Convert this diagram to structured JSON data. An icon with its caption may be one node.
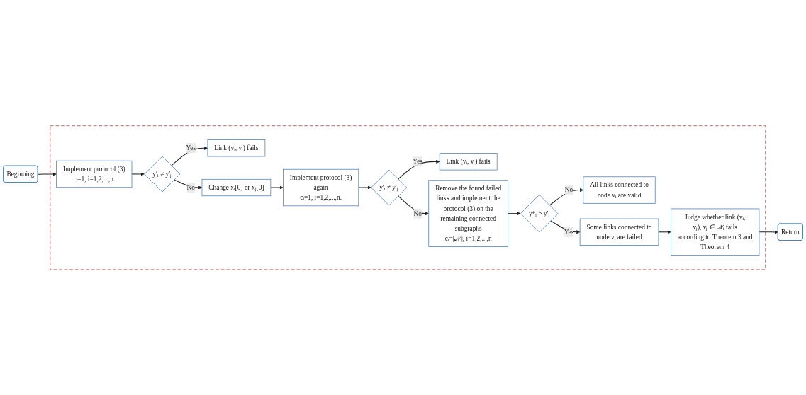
{
  "diagram": {
    "nodes": [
      {
        "text": [
          "Beginning"
        ]
      },
      {
        "text": [],
        "shape": "box"
      },
      {
        "text": [
          "Implement protocol (3)",
          "cᵢ=1, i=1,2,...,n."
        ],
        "in": 1
      },
      {
        "text": [
          "y′ᵢ ≠ y′ⱼ"
        ],
        "in": 1
      },
      {
        "text": [
          "Link (vᵢ, vⱼ) fails"
        ],
        "in": 1
      },
      {
        "text": [
          "Change xᵢ[0] or xⱼ[0]"
        ],
        "in": 1
      },
      {
        "text": [
          "Implement protocol (3) again",
          "cᵢ=1, i=1,2,...,n."
        ],
        "in": 1
      },
      {
        "text": [
          "y′ᵢ ≠ y′ⱼ"
        ],
        "in": 1
      },
      {
        "text": [
          "Link (vᵢ, vⱼ) fails"
        ],
        "in": 1
      },
      {
        "text": [
          "Remove the found failed links and implement the protocol (3) on the remaining connected subgraphs",
          "cᵢ=|𝒩ᵢ|, i=1,2,...,n"
        ],
        "in": 1
      },
      {
        "text": [
          "y*ᵢ > y′ᵢ"
        ],
        "in": 1
      },
      {
        "text": [
          "All links connected to node vᵢ are valid"
        ],
        "in": 1
      },
      {
        "text": [
          "Some links connected to node vᵢ are failed"
        ],
        "in": 1
      },
      {
        "text": [
          "Judge whether link (vᵢ, vⱼ), vⱼ ∈ 𝒩ᵢ fails according to Theorem 3 and Theorem 4"
        ],
        "in": 1
      },
      {
        "text": [
          "Return"
        ]
      }
    ],
    "edges": [
      {
        "from": 0,
        "to": 2,
        "arrow": "to"
      },
      {
        "from": 2,
        "to": 3,
        "arrow": "to"
      },
      {
        "from": 3,
        "to": 4,
        "arrow": "to",
        "label": "Yes"
      },
      {
        "from": 3,
        "to": 5,
        "arrow": "to",
        "label": "No"
      },
      {
        "from": 5,
        "to": 6,
        "arrow": "to"
      },
      {
        "from": 6,
        "to": 7,
        "arrow": "to"
      },
      {
        "from": 7,
        "to": 8,
        "arrow": "to",
        "label": "Yes"
      },
      {
        "from": 7,
        "to": 9,
        "arrow": "to",
        "label": "No"
      },
      {
        "from": 9,
        "to": 10,
        "arrow": "to"
      },
      {
        "from": 10,
        "to": 11,
        "arrow": "to",
        "label": "No"
      },
      {
        "from": 10,
        "to": 12,
        "arrow": "to",
        "label": "Yes"
      },
      {
        "from": 12,
        "to": 13,
        "arrow": "to"
      },
      {
        "from": 13,
        "to": 14,
        "arrow": "to"
      }
    ]
  }
}
